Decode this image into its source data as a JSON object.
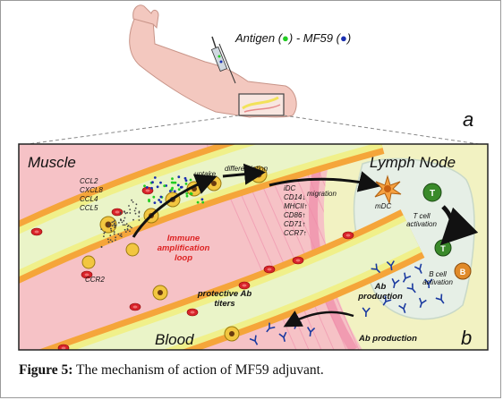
{
  "figure": {
    "panel_letter_top": "a",
    "panel_letter_bottom": "b",
    "injection": {
      "antigen_label": "Antigen (",
      "mid_label": ") - MF59 (",
      "end_label": ")",
      "antigen_color": "#22cc22",
      "mf59_color": "#1a2fb0"
    },
    "regions": {
      "muscle": "Muscle",
      "lymph_node": "Lymph Node",
      "blood": "Blood"
    },
    "chemokines": [
      "CCL2",
      "CXCL8",
      "CCL4",
      "CCL5"
    ],
    "labels": {
      "uptake": "uptake",
      "differentiation": "differentiation",
      "migration": "migration",
      "mdc": "mDC",
      "ccr2": "CCR2",
      "immune_loop_1": "Immune",
      "immune_loop_2": "amplification",
      "immune_loop_3": "loop",
      "tcell_1": "T cell",
      "tcell_2": "activation",
      "bcell_1": "B cell",
      "bcell_2": "activation",
      "ab_prod_1": "Ab",
      "ab_prod_2": "production",
      "ab_production": "Ab production",
      "protective_1": "protective Ab",
      "protective_2": "titers",
      "t_letter": "T",
      "b_letter": "B"
    },
    "markers": [
      "iDC",
      "CD14",
      "MHCII",
      "CD86",
      "CD71",
      "CCR7"
    ],
    "marker_arrows": [
      "",
      "↓",
      "↑",
      "↑",
      "↑",
      "↑"
    ],
    "colors": {
      "muscle_bg": "#f6c2c6",
      "muscle_fiber": "#ee88a8",
      "lymph_bg": "#f2f2c2",
      "node_bg": "#e6efe6",
      "vessel_wall": "#f5a53a",
      "vessel_inner": "#f0f08a",
      "vessel_lumen": "#eaf4c8",
      "rbc": "#d8232a",
      "loop_text": "#dd2222",
      "arm": "#f3c8bf"
    }
  },
  "caption": {
    "prefix": "Figure 5:",
    "text": " The mechanism of action of MF59 adjuvant."
  }
}
